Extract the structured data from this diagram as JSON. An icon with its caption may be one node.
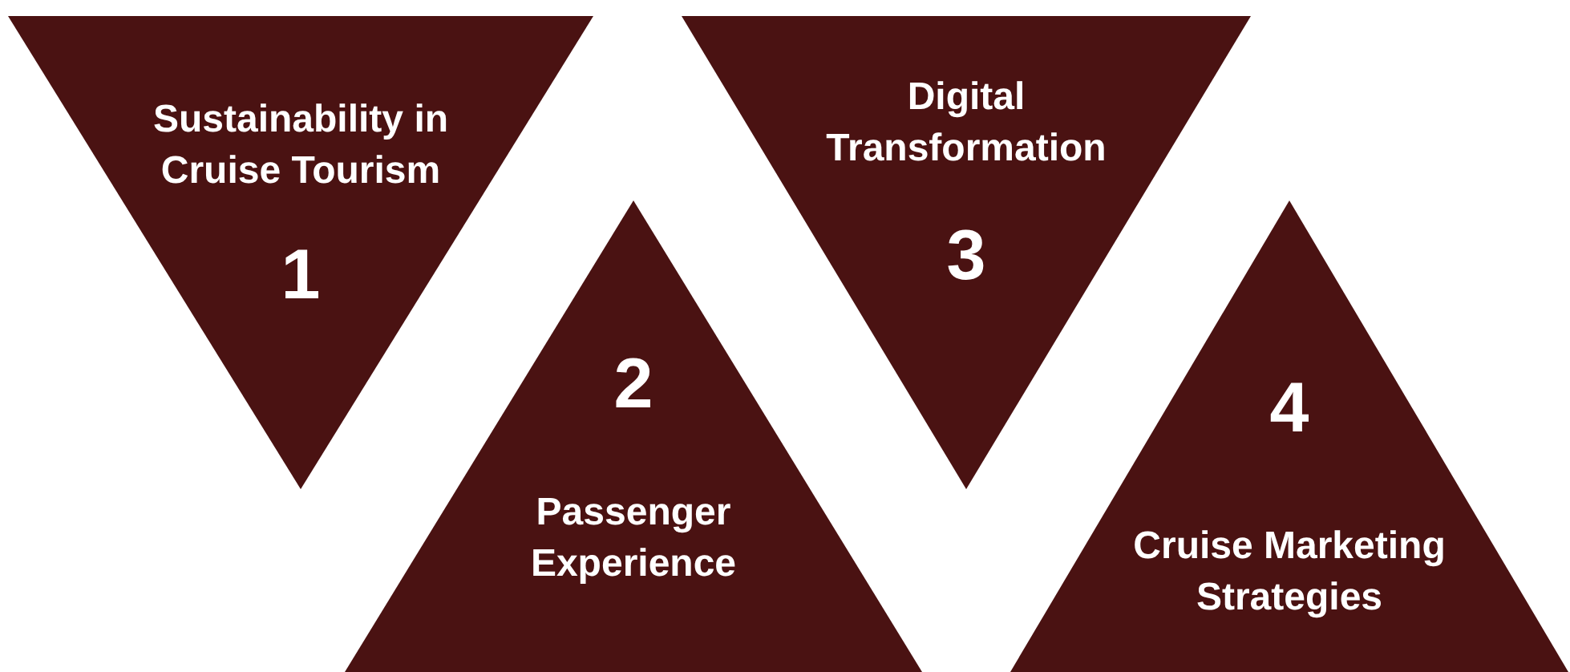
{
  "diagram": {
    "nodes": [
      {
        "text": [
          "Sustainability in Cruise Tourism",
          "1"
        ]
      },
      {
        "text": [
          "2",
          "Passenger Experience"
        ]
      },
      {
        "text": [
          "Digital Transformation",
          "3"
        ]
      },
      {
        "text": [
          "4",
          "Cruise Marketing Strategies"
        ]
      }
    ]
  }
}
